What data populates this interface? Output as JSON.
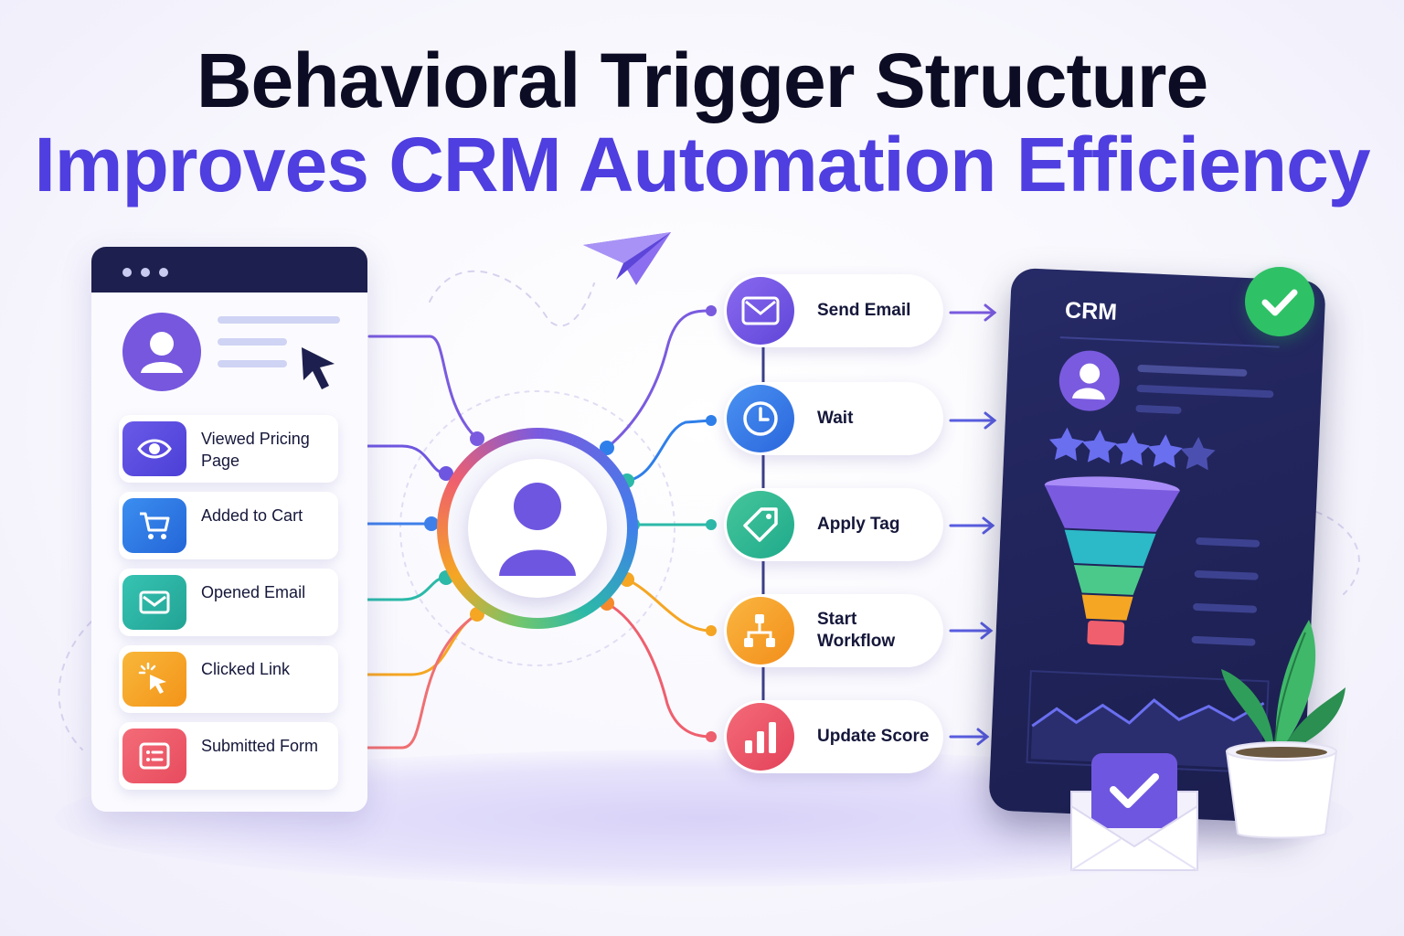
{
  "title": {
    "line1": "Behavioral Trigger Structure",
    "line2": "Improves CRM Automation Efficiency"
  },
  "triggers": [
    {
      "label": "Viewed Pricing Page",
      "icon": "eye-icon",
      "color": "#5b4fe0"
    },
    {
      "label": "Added to Cart",
      "icon": "cart-icon",
      "color": "#2f7fea"
    },
    {
      "label": "Opened Email",
      "icon": "mail-open-icon",
      "color": "#2cb9a8"
    },
    {
      "label": "Clicked Link",
      "icon": "click-icon",
      "color": "#f5a623"
    },
    {
      "label": "Submitted Form",
      "icon": "form-icon",
      "color": "#ef5f6e"
    }
  ],
  "actions": [
    {
      "label": "Send Email",
      "icon": "mail-icon",
      "color": "#7a5bdf"
    },
    {
      "label": "Wait",
      "icon": "clock-icon",
      "color": "#2f7fea"
    },
    {
      "label": "Apply Tag",
      "icon": "tag-icon",
      "color": "#2cb9a8"
    },
    {
      "label": "Start Workflow",
      "icon": "workflow-icon",
      "color": "#f5a623"
    },
    {
      "label": "Update Score",
      "icon": "bar-chart-icon",
      "color": "#ef5f6e"
    }
  ],
  "crm": {
    "label": "CRM",
    "rating_stars": 5
  },
  "colors": {
    "title_dark": "#0c0c24",
    "title_accent": "#4f3ee0",
    "crm_panel": "#1f2256",
    "success": "#2fc166"
  }
}
